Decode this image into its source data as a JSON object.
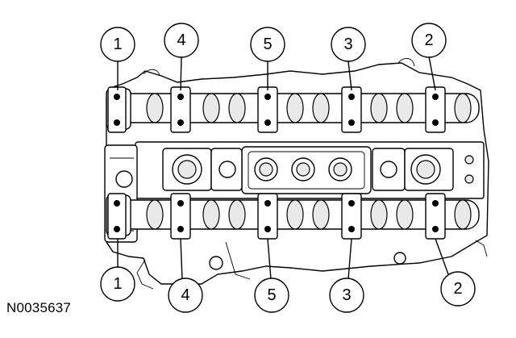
{
  "figure": {
    "reference_code": "N0035637"
  },
  "callouts_top": [
    "1",
    "4",
    "5",
    "3",
    "2"
  ],
  "callouts_bottom": [
    "1",
    "4",
    "5",
    "3",
    "2"
  ],
  "colors": {
    "ink": "#000000",
    "paper": "#ffffff",
    "shade": "#e9e9e9"
  }
}
